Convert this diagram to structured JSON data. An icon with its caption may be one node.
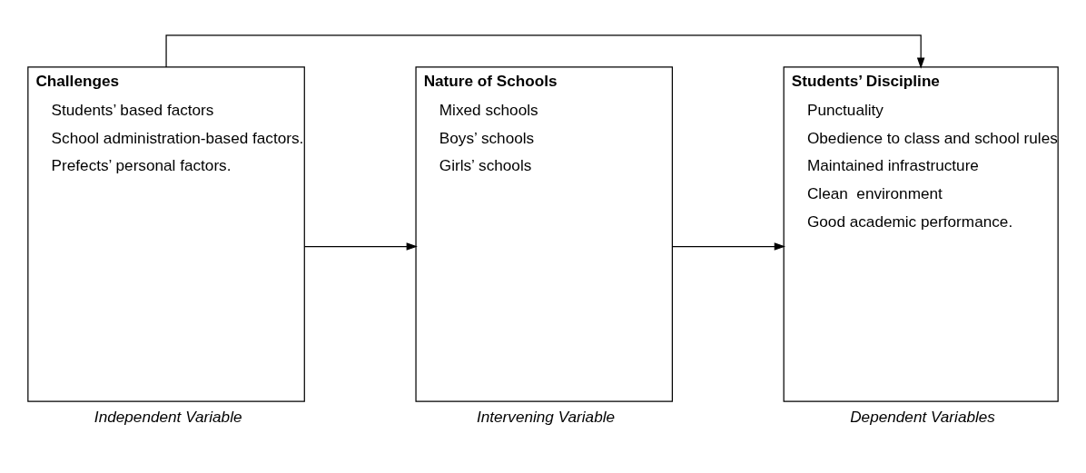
{
  "diagram": {
    "nodes": [
      {
        "text": [
          "Challenges",
          "Students’ based factors",
          "School administration-based factors.",
          "Prefects’ personal factors."
        ],
        "beside": [
          "Independent Variable"
        ]
      },
      {
        "text": [
          "Nature of Schools",
          "Mixed schools",
          "Boys’ schools",
          "Girls’ schools"
        ],
        "beside": [
          "Intervening Variable"
        ]
      },
      {
        "text": [
          "Students’ Discipline",
          "Punctuality",
          "Obedience to class and school rules",
          "Maintained infrastructure",
          "Clean  environment",
          "Good academic performance."
        ],
        "beside": [
          "Dependent Variables"
        ]
      }
    ],
    "edges": [
      {
        "from": 0,
        "to": 1,
        "arrow": "to"
      },
      {
        "from": 1,
        "to": 2,
        "arrow": "to"
      },
      {
        "from": 0,
        "to": 2,
        "arrow": "to"
      }
    ]
  }
}
